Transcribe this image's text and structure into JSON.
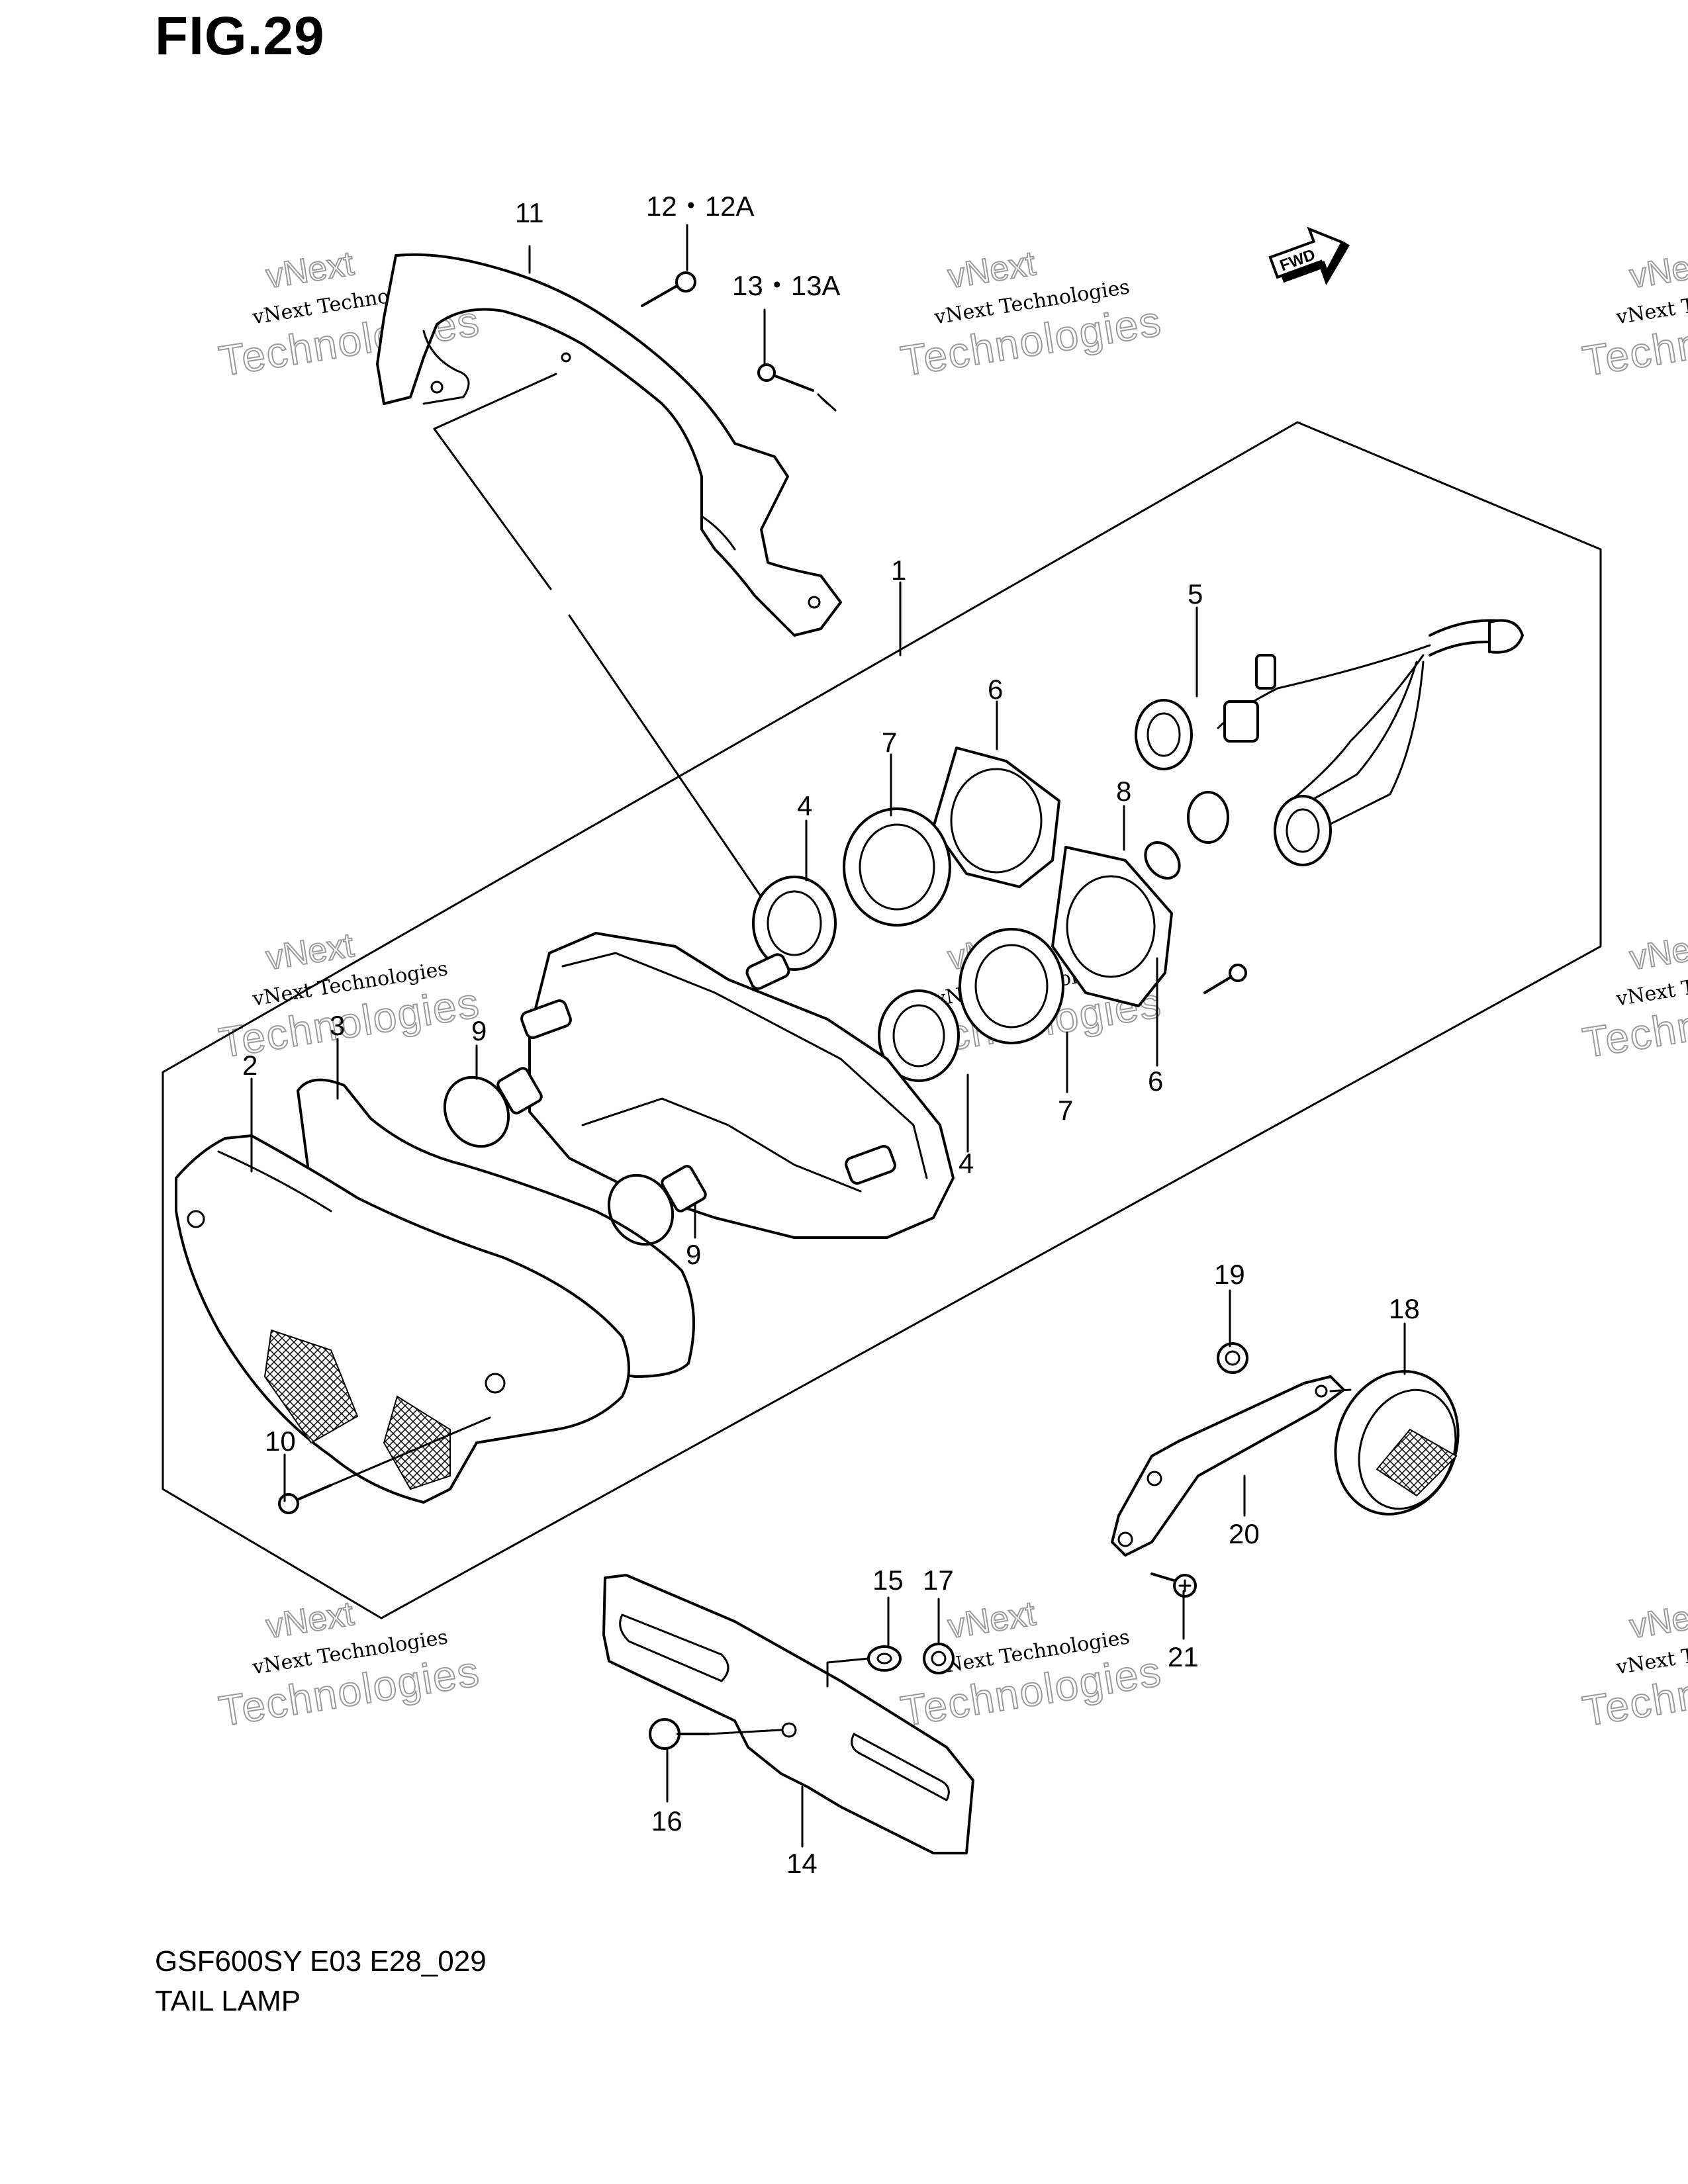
{
  "figure": {
    "title": "FIG.29",
    "model_code": "GSF600SY E03 E28_029",
    "name": "TAIL LAMP"
  },
  "direction_badge": {
    "label": "FWD"
  },
  "watermark": {
    "small": "vNext Technologies",
    "large_1": "Technologies",
    "large_2": "vNext"
  },
  "callouts": [
    {
      "id": "1",
      "label": "1"
    },
    {
      "id": "2",
      "label": "2"
    },
    {
      "id": "3",
      "label": "3"
    },
    {
      "id": "4a",
      "label": "4"
    },
    {
      "id": "4b",
      "label": "4"
    },
    {
      "id": "5",
      "label": "5"
    },
    {
      "id": "6a",
      "label": "6"
    },
    {
      "id": "6b",
      "label": "6"
    },
    {
      "id": "7a",
      "label": "7"
    },
    {
      "id": "7b",
      "label": "7"
    },
    {
      "id": "8",
      "label": "8"
    },
    {
      "id": "9a",
      "label": "9"
    },
    {
      "id": "9b",
      "label": "9"
    },
    {
      "id": "10",
      "label": "10"
    },
    {
      "id": "11",
      "label": "11"
    },
    {
      "id": "12",
      "label": "12・12A"
    },
    {
      "id": "13",
      "label": "13・13A"
    },
    {
      "id": "14",
      "label": "14"
    },
    {
      "id": "15",
      "label": "15"
    },
    {
      "id": "16",
      "label": "16"
    },
    {
      "id": "17",
      "label": "17"
    },
    {
      "id": "18",
      "label": "18"
    },
    {
      "id": "19",
      "label": "19"
    },
    {
      "id": "20",
      "label": "20"
    },
    {
      "id": "21",
      "label": "21"
    }
  ]
}
